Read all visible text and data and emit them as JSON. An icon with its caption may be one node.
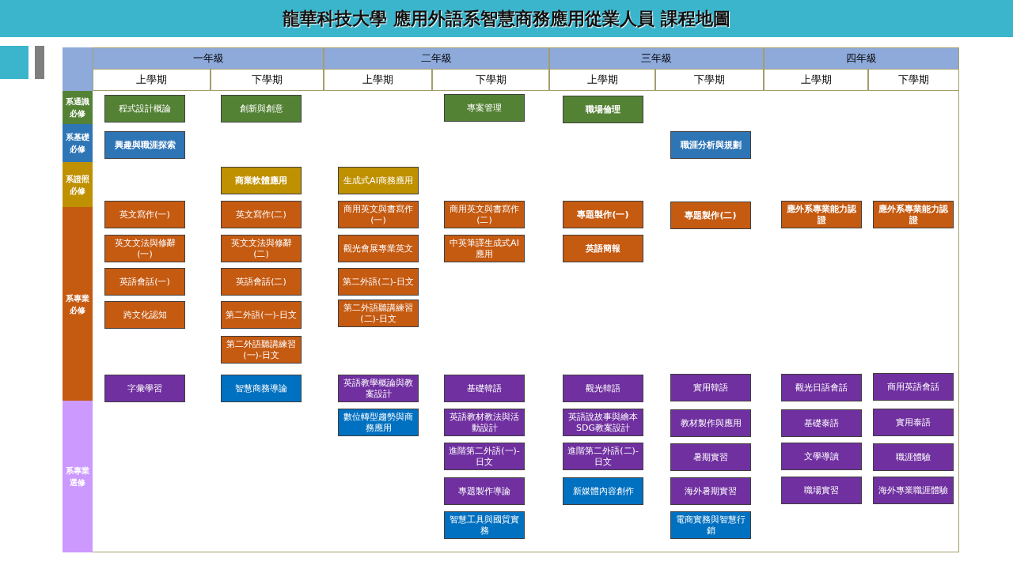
{
  "diagram": {
    "title": "龍華科技大學  應用外語系 **智慧商務應用**從業人員 課程地圖",
    "nodes": [
      {
        "text": [
          "系通識必修"
        ]
      },
      {
        "text": [
          "系基礎必修"
        ]
      },
      {
        "text": [
          "系證照必修"
        ]
      },
      {
        "text": [
          "系專業必修"
        ]
      },
      {
        "text": [
          "系專業選修"
        ]
      },
      {
        "text": [
          "程式設計概論"
        ]
      },
      {
        "text": [
          "創新與創意"
        ]
      },
      {
        "text": [
          "專案管理"
        ]
      },
      {
        "text": [
          "職場倫理"
        ]
      },
      {
        "text": [
          "興趣與職涯探索"
        ]
      },
      {
        "text": [
          "職涯分析與規劃"
        ]
      },
      {
        "text": [
          "商業軟體應用"
        ]
      },
      {
        "text": [
          "生成式AI商務應用"
        ]
      },
      {
        "text": [
          "英文寫作(一)"
        ]
      },
      {
        "text": [
          "英文寫作(二)"
        ]
      },
      {
        "text": [
          "商用英文與書寫作(一)"
        ]
      },
      {
        "text": [
          "商用英文與書寫作(二)"
        ]
      },
      {
        "text": [
          "專題製作(一)"
        ]
      },
      {
        "text": [
          "專題製作(二)"
        ]
      },
      {
        "text": [
          "應外系專業能力認證"
        ]
      },
      {
        "text": [
          "應外系專業能力認證"
        ]
      },
      {
        "text": [
          "英文文法與修辭(一)"
        ]
      },
      {
        "text": [
          "英文文法與修辭(二)"
        ]
      },
      {
        "text": [
          "觀光會展專業英文"
        ]
      },
      {
        "text": [
          "中英筆譯生成式AI應用"
        ]
      },
      {
        "text": [
          "英語簡報"
        ]
      },
      {
        "text": [
          "英語會話(一)"
        ]
      },
      {
        "text": [
          "英語會話(二)"
        ]
      },
      {
        "text": [
          "第二外語(二)-日文"
        ]
      },
      {
        "text": [
          "跨文化認知"
        ]
      },
      {
        "text": [
          "第二外語(一)-日文"
        ]
      },
      {
        "text": [
          "第二外語聽講練習(二)-日文"
        ]
      },
      {
        "text": [
          "第二外語聽講練習(一)-日文"
        ]
      },
      {
        "text": [
          "字彙學習"
        ]
      },
      {
        "text": [
          "智慧商務導論"
        ]
      },
      {
        "text": [
          "英語教學概論與教案設計"
        ]
      },
      {
        "text": [
          "基礎韓語"
        ]
      },
      {
        "text": [
          "觀光韓語"
        ]
      },
      {
        "text": [
          "實用韓語"
        ]
      },
      {
        "text": [
          "觀光日語會話"
        ]
      },
      {
        "text": [
          "商用英語會話"
        ]
      },
      {
        "text": [
          "數位轉型趨勢與商務應用"
        ]
      },
      {
        "text": [
          "英語教材教法與活動設計"
        ]
      },
      {
        "text": [
          "英語說故事與繪本SDG教案設計"
        ]
      },
      {
        "text": [
          "教材製作與應用"
        ]
      },
      {
        "text": [
          "基礎泰語"
        ]
      },
      {
        "text": [
          "實用泰語"
        ]
      },
      {
        "text": [
          "進階第二外語(一)-日文"
        ]
      },
      {
        "text": [
          "進階第二外語(二)-日文"
        ]
      },
      {
        "text": [
          "暑期實習"
        ]
      },
      {
        "text": [
          "文學導讀"
        ]
      },
      {
        "text": [
          "職涯體驗"
        ]
      },
      {
        "text": [
          "專題製作導論"
        ]
      },
      {
        "text": [
          "新媒體內容創作"
        ]
      },
      {
        "text": [
          "海外暑期實習"
        ]
      },
      {
        "text": [
          "職場實習"
        ]
      },
      {
        "text": [
          "海外專業職涯體驗"
        ]
      },
      {
        "text": [
          "智慧工具與國貿實務"
        ]
      },
      {
        "text": [
          "電商實務與智慧行銷"
        ]
      }
    ],
    "labels": [
      "一年級",
      "二年級",
      "三年級",
      "四年級",
      "上學期",
      "下學期",
      "上學期",
      "下學期",
      "上學期",
      "下學期",
      "上學期",
      "下學期"
    ]
  }
}
